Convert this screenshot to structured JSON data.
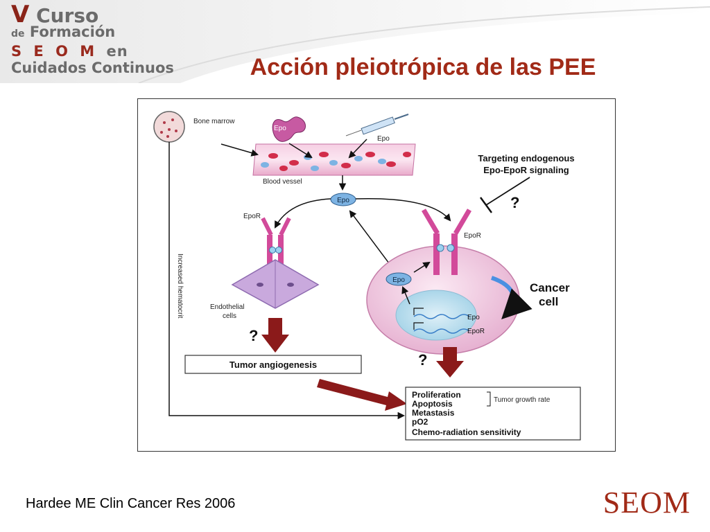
{
  "header": {
    "logo": {
      "line1_initial": "V",
      "line1_rest": "Curso",
      "line2_prefix": "de",
      "line2_rest": "Formación",
      "line3": "S E O M",
      "line3_suffix": "en",
      "line4": "Cuidados Continuos"
    },
    "title": "Acción pleiotrópica de las PEE"
  },
  "diagram": {
    "bone_marrow": "Bone marrow",
    "kidney_label": "Epo",
    "syringe_label": "Epo",
    "blood_vessel": "Blood vessel",
    "epo_circulating": "Epo",
    "targeting_line1": "Targeting endogenous",
    "targeting_line2": "Epo-EpoR signaling",
    "question_mark": "?",
    "epor_left": "EpoR",
    "epor_right": "EpoR",
    "increased_hematocrit": "Increased hematocrit",
    "endothelial_cells": "Endothelial cells",
    "cancer_cell_line1": "Cancer",
    "cancer_cell_line2": "cell",
    "epo_cell": "Epo",
    "gene_epo": "Epo",
    "gene_epor": "EpoR",
    "tumor_angiogenesis": "Tumor angiogenesis",
    "outcomes": [
      "Proliferation",
      "Apoptosis",
      "Metastasis",
      "pO2",
      "Chemo-radiation sensitivity"
    ],
    "tumor_growth_rate": "Tumor growth rate"
  },
  "citation": "Hardee ME Clin Cancer Res 2006",
  "brand": "SEOM",
  "colors": {
    "accent_red": "#a12a17",
    "arrow_dark_red": "#8b1a1a",
    "receptor_pink": "#d24a9a",
    "cell_pink": "#efc7e0",
    "epo_blue": "#6ea6de"
  }
}
